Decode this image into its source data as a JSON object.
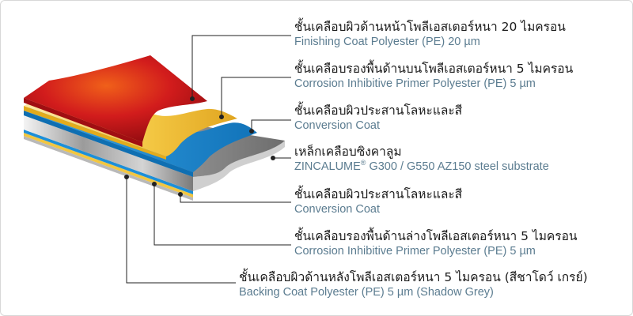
{
  "colors": {
    "finish_red": "#d2141e",
    "primer_yellow": "#f0c43a",
    "conversion_blue": "#1d8fd8",
    "steel_grey": "#8c8c8c",
    "leader_line": "#222222",
    "english_text": "#5b7c90"
  },
  "layers": [
    {
      "thai": "ชั้นเคลือบผิวด้านหน้าโพลีเอสเตอร์หนา 20 ไมครอน",
      "english": "Finishing Coat Polyester (PE) 20 µm"
    },
    {
      "thai": "ชั้นเคลือบรองพื้นด้านบนโพลีเอสเตอร์หนา 5 ไมครอน",
      "english": "Corrosion Inhibitive Primer Polyester (PE) 5 µm"
    },
    {
      "thai": "ชั้นเคลือบผิวประสานโลหะและสี",
      "english": "Conversion Coat"
    },
    {
      "thai": "เหล็กเคลือบซิงคาลูม",
      "english_brand": "ZINCALUME",
      "english_mark": "®",
      "english": " G300 / G550 AZ150 steel substrate"
    },
    {
      "thai": "ชั้นเคลือบผิวประสานโลหะและสี",
      "english": "Conversion Coat"
    },
    {
      "thai": "ชั้นเคลือบรองพื้นด้านล่างโพลีเอสเตอร์หนา 5 ไมครอน",
      "english": "Corrosion Inhibitive Primer Polyester (PE) 5 µm"
    },
    {
      "thai": "ชั้นเคลือบผิวด้านหลังโพลีเอสเตอร์หนา 5 ไมครอน (สีชาโดว์ เกรย์)",
      "english": "Backing Coat Polyester (PE) 5 µm (Shadow Grey)"
    }
  ]
}
